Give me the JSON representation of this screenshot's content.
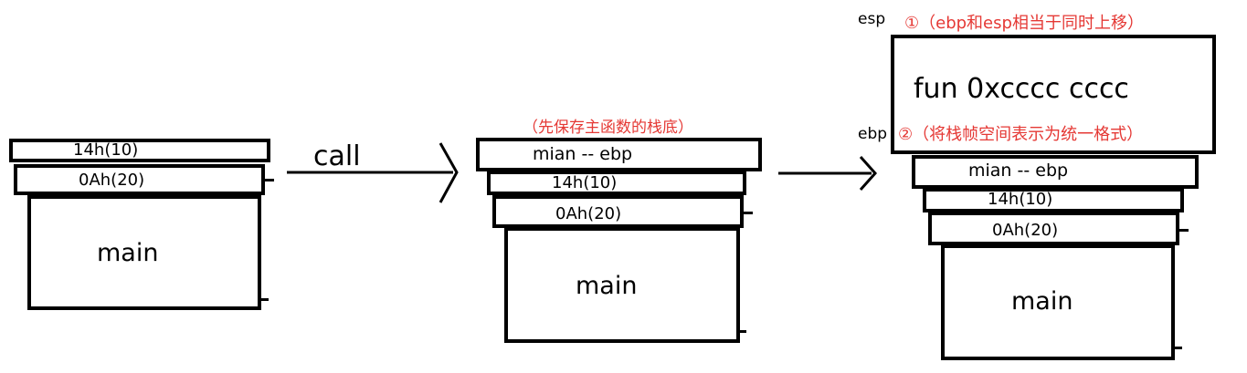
{
  "colors": {
    "ink": "#000000",
    "note": "#e53935",
    "background": "#ffffff"
  },
  "stack1": {
    "row1": "14h(10)",
    "row2": "0Ah(20)",
    "main": "main"
  },
  "call_label": "call",
  "stack2": {
    "note": "（先保存主函数的栈底）",
    "row1": "mian -- ebp",
    "row2": "14h(10)",
    "row3": "0Ah(20)",
    "main": "main"
  },
  "stack3": {
    "esp_label": "esp",
    "ebp_label": "ebp",
    "note1": "①（ebp和esp相当于同时上移）",
    "note2": "②（将栈帧空间表示为统一格式）",
    "fun_frame": "fun  0xcccc cccc",
    "row1": "mian -- ebp",
    "row2": "14h(10)",
    "row3": "0Ah(20)",
    "main": "main"
  }
}
